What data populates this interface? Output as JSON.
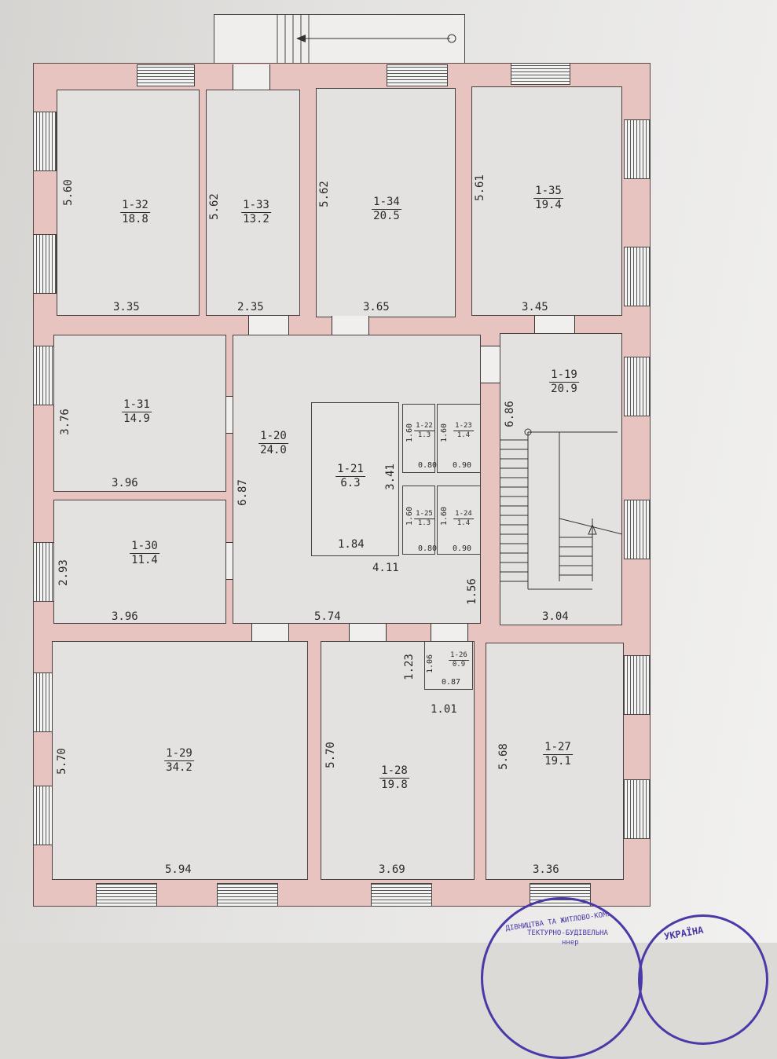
{
  "rooms": [
    {
      "id": "1-32",
      "area": "18.8",
      "w": "3.35",
      "h": "5.60"
    },
    {
      "id": "1-33",
      "area": "13.2",
      "w": "2.35",
      "h": "5.62"
    },
    {
      "id": "1-34",
      "area": "20.5",
      "w": "3.65",
      "h": "5.62"
    },
    {
      "id": "1-35",
      "area": "19.4",
      "w": "3.45",
      "h": "5.61"
    },
    {
      "id": "1-31",
      "area": "14.9",
      "w": "3.96",
      "h": "3.76"
    },
    {
      "id": "1-20",
      "area": "24.0",
      "w": "5.74",
      "h": "6.87",
      "w2": "4.11",
      "h2": "1.56"
    },
    {
      "id": "1-21",
      "area": "6.3",
      "w": "1.84",
      "h": "3.41"
    },
    {
      "id": "1-22",
      "area": "1.3",
      "w": "0.80",
      "h": "1.60"
    },
    {
      "id": "1-23",
      "area": "1.4",
      "w": "0.90",
      "h": "1.60"
    },
    {
      "id": "1-25",
      "area": "1.3",
      "w": "0.80",
      "h": "1.60"
    },
    {
      "id": "1-24",
      "area": "1.4",
      "w": "0.90",
      "h": "1.60"
    },
    {
      "id": "1-19",
      "area": "20.9",
      "w": "3.04",
      "h": "6.86"
    },
    {
      "id": "1-30",
      "area": "11.4",
      "w": "3.96",
      "h": "2.93"
    },
    {
      "id": "1-29",
      "area": "34.2",
      "w": "5.94",
      "h": "5.70"
    },
    {
      "id": "1-28",
      "area": "19.8",
      "w": "3.69",
      "h": "5.70",
      "w2": "1.01",
      "h2": "1.23"
    },
    {
      "id": "1-26",
      "area": "0.9",
      "w": "0.87",
      "h": "1.06"
    },
    {
      "id": "1-27",
      "area": "19.1",
      "w": "3.36",
      "h": "5.68"
    }
  ],
  "stamp": {
    "line1": "ДІВНИЦТВА ТА ЖИТЛОВО-КОМУНАЛ",
    "line2": "ТЕКТУРНО-БУДІВЕЛЬНА",
    "line3": "ннер",
    "line4": "УКРАЇНА"
  },
  "colors": {
    "wall": "#e8c4c0",
    "room": "#e3e2e0",
    "stamp": "#4a3aa8"
  }
}
